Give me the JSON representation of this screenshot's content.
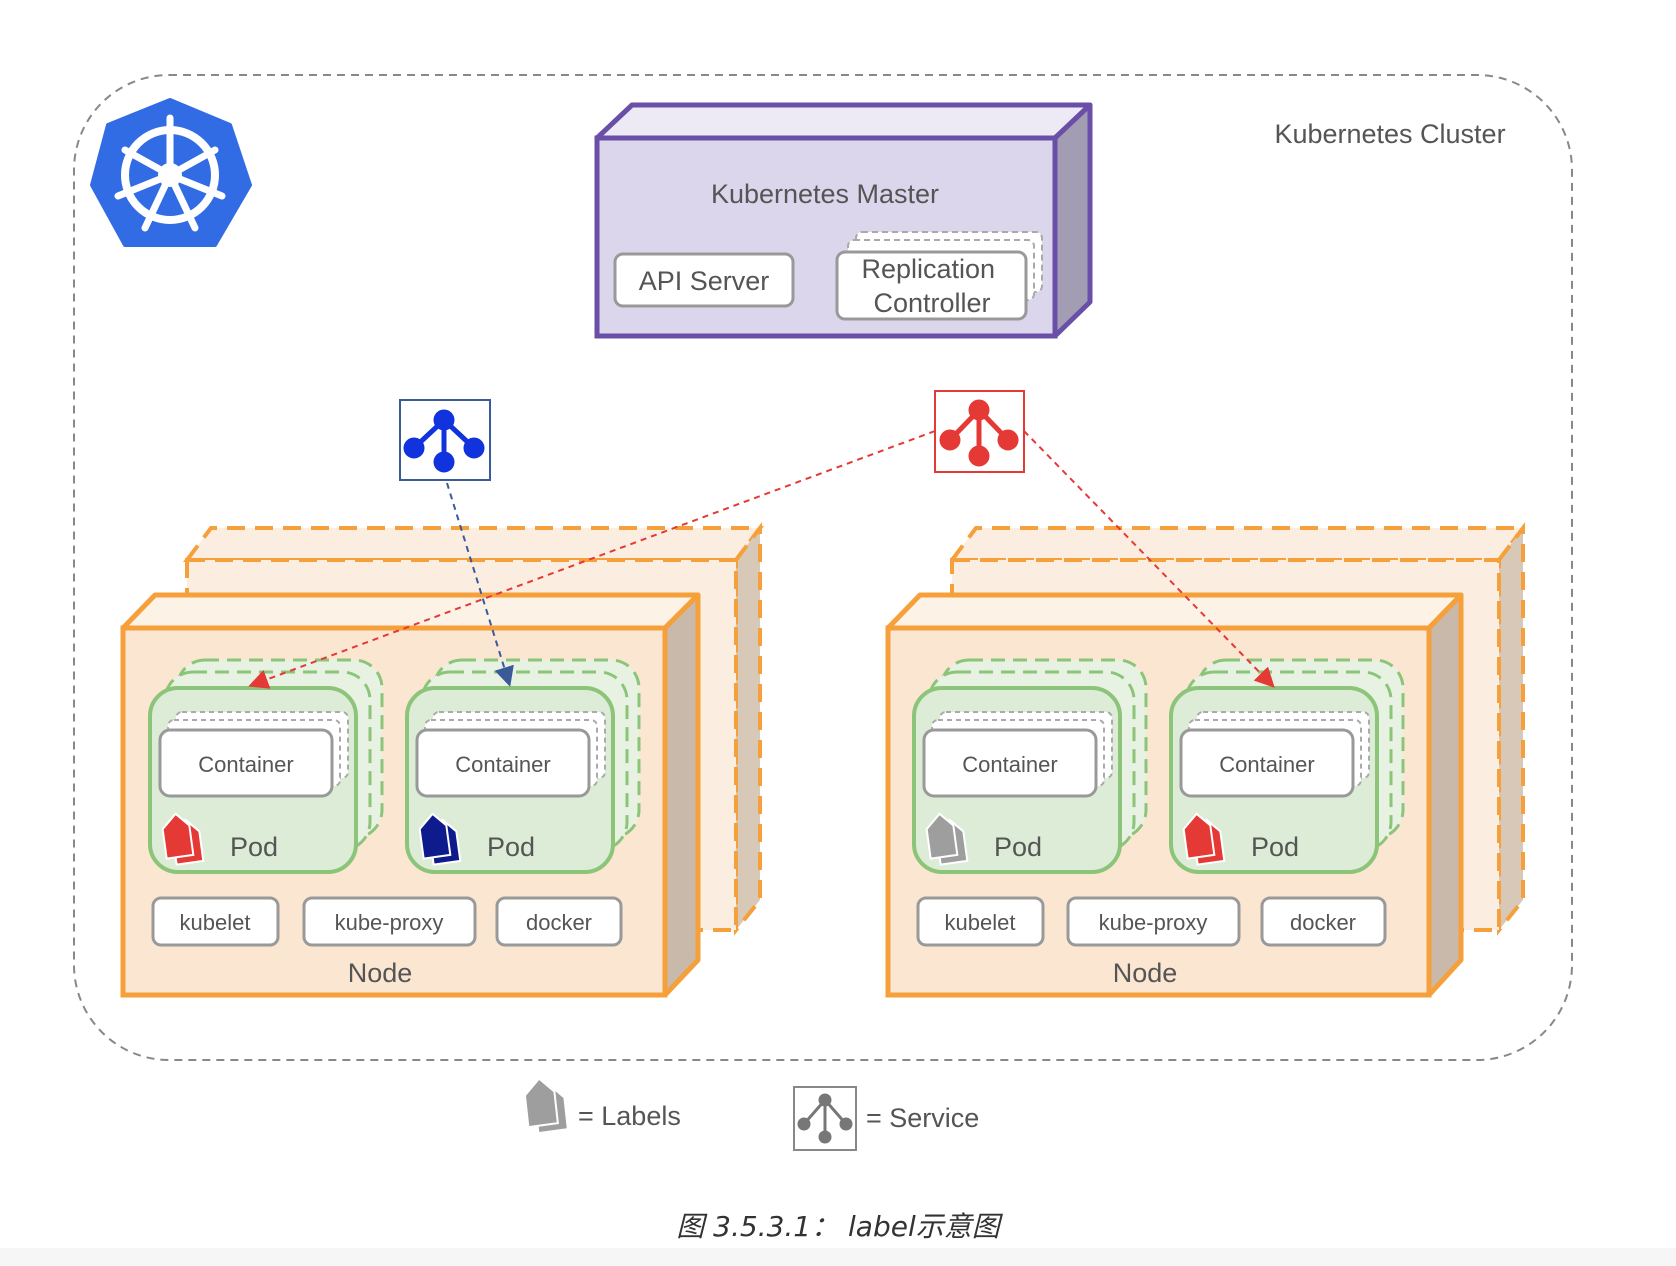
{
  "cluster": {
    "label": "Kubernetes Cluster"
  },
  "master": {
    "label": "Kubernetes Master",
    "api_server": "API Server",
    "replication_controller": [
      "Replication",
      "Controller"
    ]
  },
  "nodes": [
    {
      "label": "Node",
      "pods": [
        {
          "container": "Container",
          "label": "Pod",
          "tag_color": "#e53935"
        },
        {
          "container": "Container",
          "label": "Pod",
          "tag_color": "#0d1b8c"
        }
      ],
      "components": [
        "kubelet",
        "kube-proxy",
        "docker"
      ]
    },
    {
      "label": "Node",
      "pods": [
        {
          "container": "Container",
          "label": "Pod",
          "tag_color": "#9e9e9e"
        },
        {
          "container": "Container",
          "label": "Pod",
          "tag_color": "#e53935"
        }
      ],
      "components": [
        "kubelet",
        "kube-proxy",
        "docker"
      ]
    }
  ],
  "services": {
    "blue": {
      "color": "#1133dd"
    },
    "red": {
      "color": "#e53935"
    }
  },
  "legend": {
    "labels": "= Labels",
    "service": "= Service"
  },
  "caption": "图 3.5.3.1： label示意图",
  "colors": {
    "master_fill": "#dcd6ec",
    "master_stroke": "#6a4fa8",
    "node_fill": "#fbe6d2",
    "node_stroke": "#f5a03a",
    "pod_fill": "#dcecd6",
    "pod_stroke": "#8cc47a",
    "k8s_blue": "#326ce5",
    "rc_text": "#e020e0"
  }
}
